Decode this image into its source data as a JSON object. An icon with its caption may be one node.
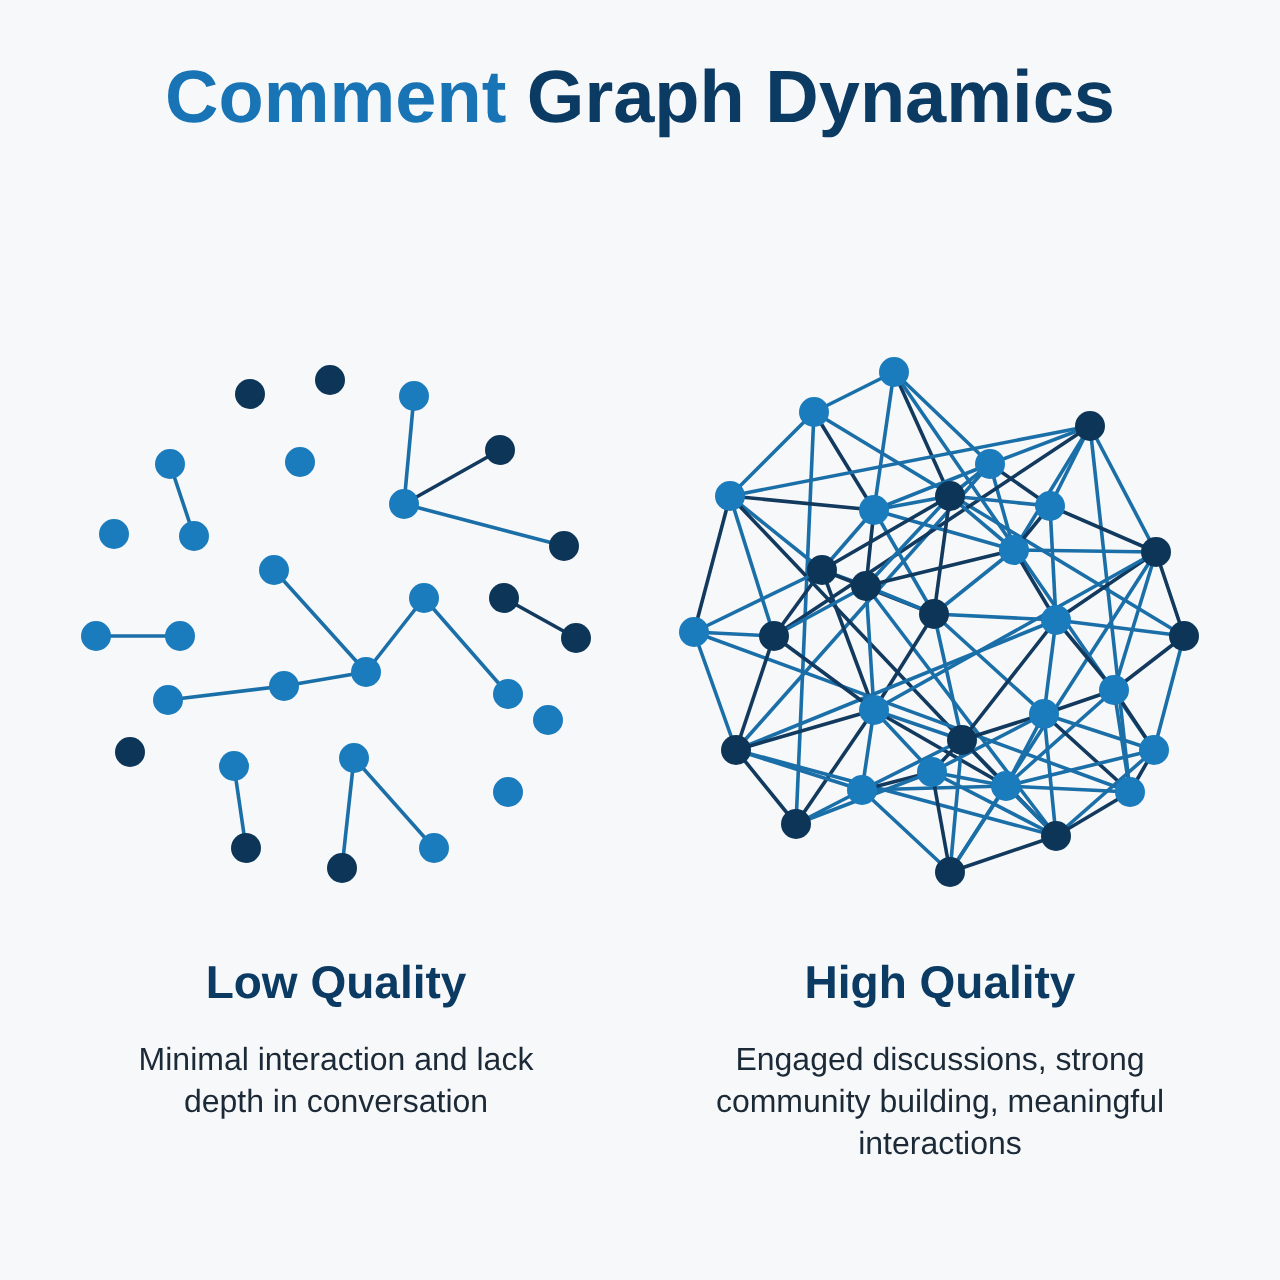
{
  "diagram": {
    "title": "Comment Graph Dynamics",
    "labels": [
      "Low Quality",
      "Minimal interaction and lack depth in conversation",
      "High Quality",
      "Engaged discussions, strong community building, meaningful interactions"
    ]
  }
}
